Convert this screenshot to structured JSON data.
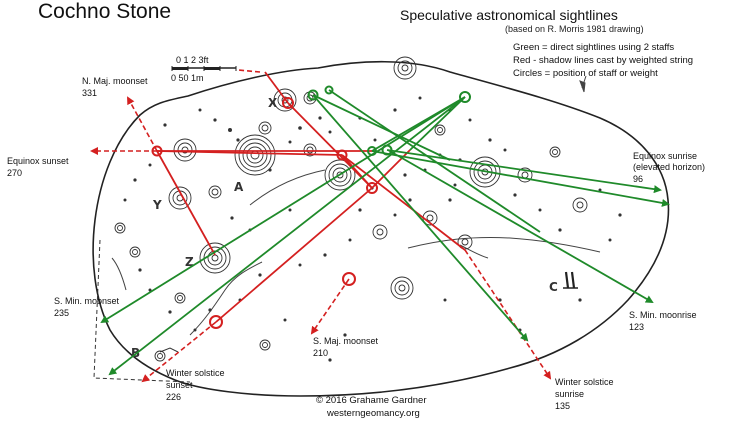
{
  "title": "Cochno Stone",
  "subtitle": "Speculative astronomical sightlines",
  "source_note": "(based on R. Morris 1981 drawing)",
  "legend": {
    "green": "Green = direct sightlines using 2 staffs",
    "red": "Red - shadow lines cast by weighted string",
    "circles": "Circles = position of staff or weight"
  },
  "scale_bar": {
    "feet": "0  1  2  3ft",
    "metres": "0   50   1m"
  },
  "stone_letters": [
    "X",
    "Y",
    "Z",
    "A",
    "B",
    "C"
  ],
  "directions": {
    "n_maj_moonset": {
      "name": "N. Maj. moonset",
      "bearing": "331"
    },
    "equinox_sunset": {
      "name": "Equinox sunset",
      "bearing": "270"
    },
    "s_min_moonset": {
      "name": "S. Min. moonset",
      "bearing": "235"
    },
    "winter_solstice_sunset": {
      "line1": "Winter solstice",
      "line2": "sunset",
      "bearing": "226"
    },
    "s_maj_moonset": {
      "name": "S. Maj. moonset",
      "bearing": "210"
    },
    "winter_solstice_sunrise": {
      "line1": "Winter solstice",
      "line2": "sunrise",
      "bearing": "135"
    },
    "s_min_moonrise": {
      "name": "S. Min. moonrise",
      "bearing": "123"
    },
    "equinox_sunrise": {
      "line1": "Equinox sunrise",
      "line2": "(elevated horizon)",
      "bearing": "96"
    }
  },
  "footer": {
    "copyright": "© 2016 Grahame Gardner",
    "site": "westerngeomancy.org"
  },
  "colors": {
    "green": "#1f8a2a",
    "red": "#d42020",
    "ink": "#222222"
  }
}
